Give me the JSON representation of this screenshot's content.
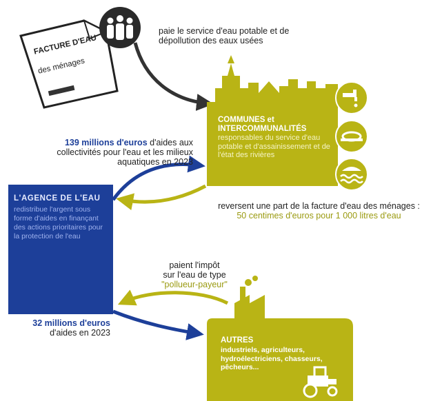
{
  "bill": {
    "title": "FACTURE D'EAU",
    "subtitle": "des ménages"
  },
  "households_text": "paie le service d'eau potable et de dépollution des eaux usées",
  "communes": {
    "title": "COMMUNES et INTERCOMMUNALITÉS",
    "description": "responsables du service d'eau potable et d'assainissement et de l'état des rivières"
  },
  "agency_aid": {
    "amount": "139 millions d'euros",
    "text": "d'aides aux collectivités pour l'eau et les milieux aquatiques en 2023"
  },
  "agency": {
    "title": "L'AGENCE DE L'EAU",
    "description": "redistribue l'argent sous forme d'aides en finançant des actions prioritaires pour la protection de l'eau"
  },
  "reversal": {
    "line1": "reversent une part de la facture d'eau des ménages :",
    "line2": "50 centimes d'euros pour 1 000 litres d'eau"
  },
  "tax": {
    "line1": "paient l'impôt",
    "line2": "sur l'eau de type",
    "line3": "\"pollueur-payeur\""
  },
  "others_aid": {
    "amount": "32 millions d'euros",
    "text": "d'aides en 2023"
  },
  "others": {
    "title": "AUTRES",
    "description": "industriels, agriculteurs, hydroélectriciens, chasseurs, pêcheurs..."
  },
  "colors": {
    "blue": "#1d3f99",
    "olive": "#b9b415",
    "dark_olive": "#8f8a12",
    "dark": "#222222"
  }
}
